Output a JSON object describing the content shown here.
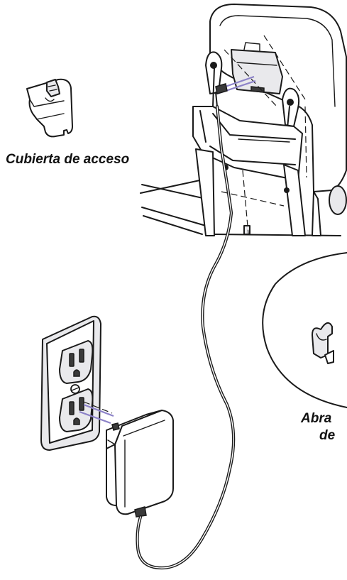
{
  "labels": {
    "access_cover": "Cubierta de acceso",
    "clip_line1": "Abra",
    "clip_line2": "de"
  },
  "colors": {
    "line": "#1a1a1a",
    "background": "#ffffff",
    "plug_guide": "#8c82c8"
  }
}
